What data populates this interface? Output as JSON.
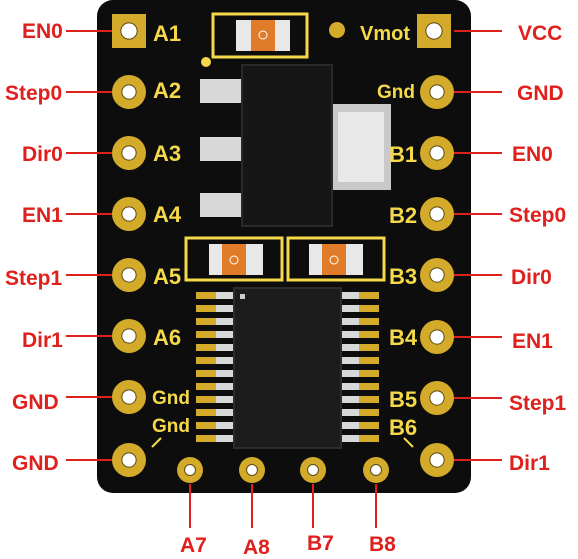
{
  "colors": {
    "board": "#0d0d0d",
    "silkscreen": "#f5d94a",
    "pad_gold": "#d4aa2a",
    "callout_red": "#e0201c",
    "ic_body": "#1c1c1c"
  },
  "board_labels": {
    "a1": "A1",
    "a2": "A2",
    "a3": "A3",
    "a4": "A4",
    "a5": "A5",
    "a6": "A6",
    "gnd_left": "Gnd",
    "gnd_left_angled": "Gnd",
    "vmot": "Vmot",
    "gnd_right": "Gnd",
    "b1": "B1",
    "b2": "B2",
    "b3": "B3",
    "b4": "B4",
    "b5": "B5",
    "b6": "B6"
  },
  "callouts": {
    "left": [
      "EN0",
      "Step0",
      "Dir0",
      "EN1",
      "Step1",
      "Dir1",
      "GND",
      "GND"
    ],
    "right": [
      "VCC",
      "GND",
      "EN0",
      "Step0",
      "Dir0",
      "EN1",
      "Step1",
      "Dir1"
    ],
    "bottom": [
      "A7",
      "A8",
      "B7",
      "B8"
    ]
  }
}
